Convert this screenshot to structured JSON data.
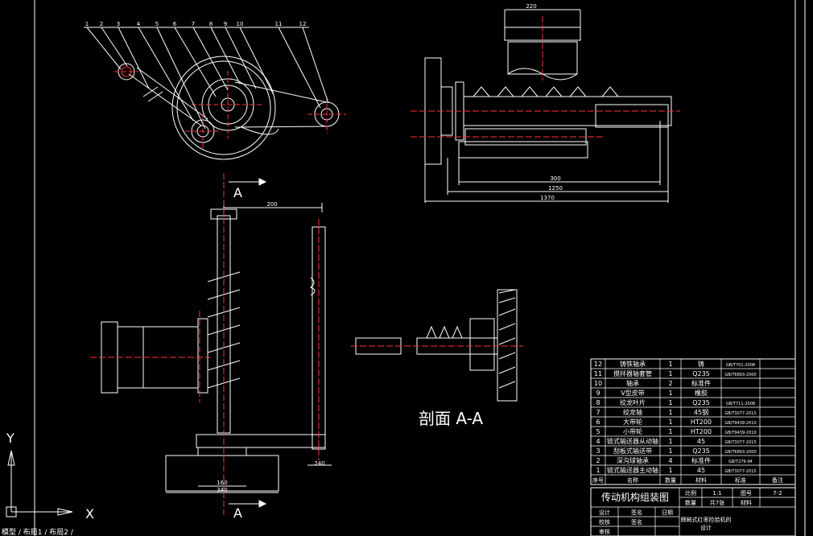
{
  "leader_labels": [
    "1",
    "2",
    "3",
    "4",
    "5",
    "6",
    "7",
    "8",
    "9",
    "10",
    "11",
    "12"
  ],
  "dimensions": {
    "top_width": "220",
    "mid_300": "300",
    "mid_1250": "1250",
    "mid_1370": "1370",
    "lower_200": "200",
    "base_160": "160",
    "base_340": "340",
    "small_240": "240"
  },
  "section_marks": {
    "upper": "A",
    "lower": "A"
  },
  "section_caption": "剖面 A-A",
  "axes": {
    "y": "Y",
    "x": "X"
  },
  "command_line": "模型 / 布局1 / 布局2 /",
  "bom": {
    "rows": [
      {
        "no": "12",
        "name": "铸铁轴承",
        "qty": "1",
        "material": "铸",
        "standard": "GB/T701-2008",
        "note": ""
      },
      {
        "no": "11",
        "name": "搅拌器轴套管",
        "qty": "1",
        "material": "Q235",
        "standard": "GB/T6893-2000",
        "note": ""
      },
      {
        "no": "10",
        "name": "轴承",
        "qty": "2",
        "material": "标准件",
        "standard": "",
        "note": ""
      },
      {
        "no": "9",
        "name": "V型皮带",
        "qty": "1",
        "material": "橡胶",
        "standard": "",
        "note": ""
      },
      {
        "no": "8",
        "name": "绞龙叶片",
        "qty": "1",
        "material": "Q235",
        "standard": "GB/T711-2008",
        "note": ""
      },
      {
        "no": "7",
        "name": "绞龙轴",
        "qty": "1",
        "material": "45钢",
        "standard": "GB/T3077-2015",
        "note": ""
      },
      {
        "no": "6",
        "name": "大带轮",
        "qty": "1",
        "material": "HT200",
        "standard": "GB/T9439-2010",
        "note": ""
      },
      {
        "no": "5",
        "name": "小带轮",
        "qty": "1",
        "material": "HT200",
        "standard": "GB/T9439-2010",
        "note": ""
      },
      {
        "no": "4",
        "name": "链式输送器从动轴",
        "qty": "1",
        "material": "45",
        "standard": "GB/T3077-2015",
        "note": ""
      },
      {
        "no": "3",
        "name": "刮板式输送带",
        "qty": "1",
        "material": "Q235",
        "standard": "GB/T6893-2000",
        "note": ""
      },
      {
        "no": "2",
        "name": "深沟球轴承",
        "qty": "4",
        "material": "标准件",
        "standard": "GB/T276-94",
        "note": ""
      },
      {
        "no": "1",
        "name": "链式输送器主动轴",
        "qty": "1",
        "material": "45",
        "standard": "GB/T3077-2015",
        "note": ""
      }
    ],
    "header": {
      "no": "序号",
      "name": "名称",
      "qty": "数量",
      "material": "材料",
      "standard": "标准",
      "note": "备注"
    }
  },
  "title_block": {
    "drawing_name": "传动机构组装图",
    "scale_label": "比例",
    "scale_value": "1:1",
    "fig_no_label": "图号",
    "fig_no_value": "7-2",
    "qty_label": "数量",
    "sheets_label": "共7张",
    "material_label": "材料",
    "design_label": "设计",
    "check_label": "校核",
    "approve_label": "审核",
    "sign1": "签名",
    "sign2": "签名",
    "date_label": "日期",
    "project_title_line1": "牌刷式红枣捡拾机的",
    "project_title_line2": "设计"
  }
}
